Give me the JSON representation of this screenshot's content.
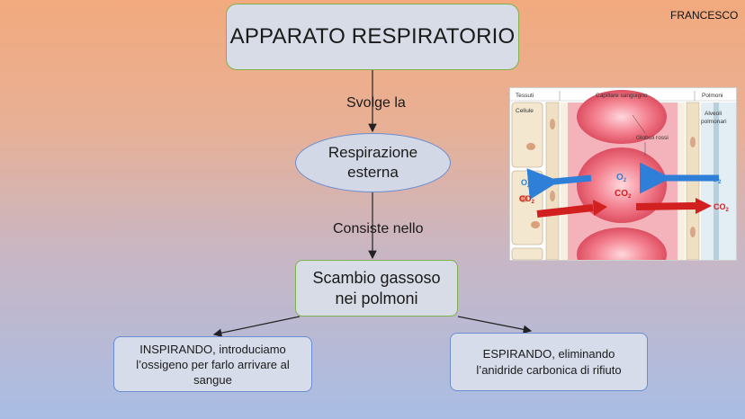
{
  "author": "FRANCESCO",
  "title": "APPARATO RESPIRATORIO",
  "edge1_label": "Svolge la",
  "node1": {
    "line1": "Respirazione",
    "line2": "esterna"
  },
  "edge2_label": "Consiste nello",
  "node2": {
    "line1": "Scambio gassoso",
    "line2": "nei polmoni"
  },
  "left_node": "INSPIRANDO, introduciamo l’ossigeno per farlo arrivare al sangue",
  "right_node": "ESPIRANDO, eliminando l’anidride carbonica di rifiuto",
  "figure": {
    "tessuti": "Tessuti",
    "cellule": "Cellule",
    "capillare": "Capillare sanguigno",
    "globuli": "Globuli rossi",
    "polmoni": "Polmoni",
    "alveoli_1": "Alveoli",
    "alveoli_2": "polmonari",
    "o2": "O",
    "co2": "CO",
    "sub2": "2"
  },
  "colors": {
    "o2_arrow": "#2f7fd8",
    "co2_arrow": "#d21f1f",
    "blood": "#f2a8b2",
    "cell": "#f3e6cf"
  }
}
